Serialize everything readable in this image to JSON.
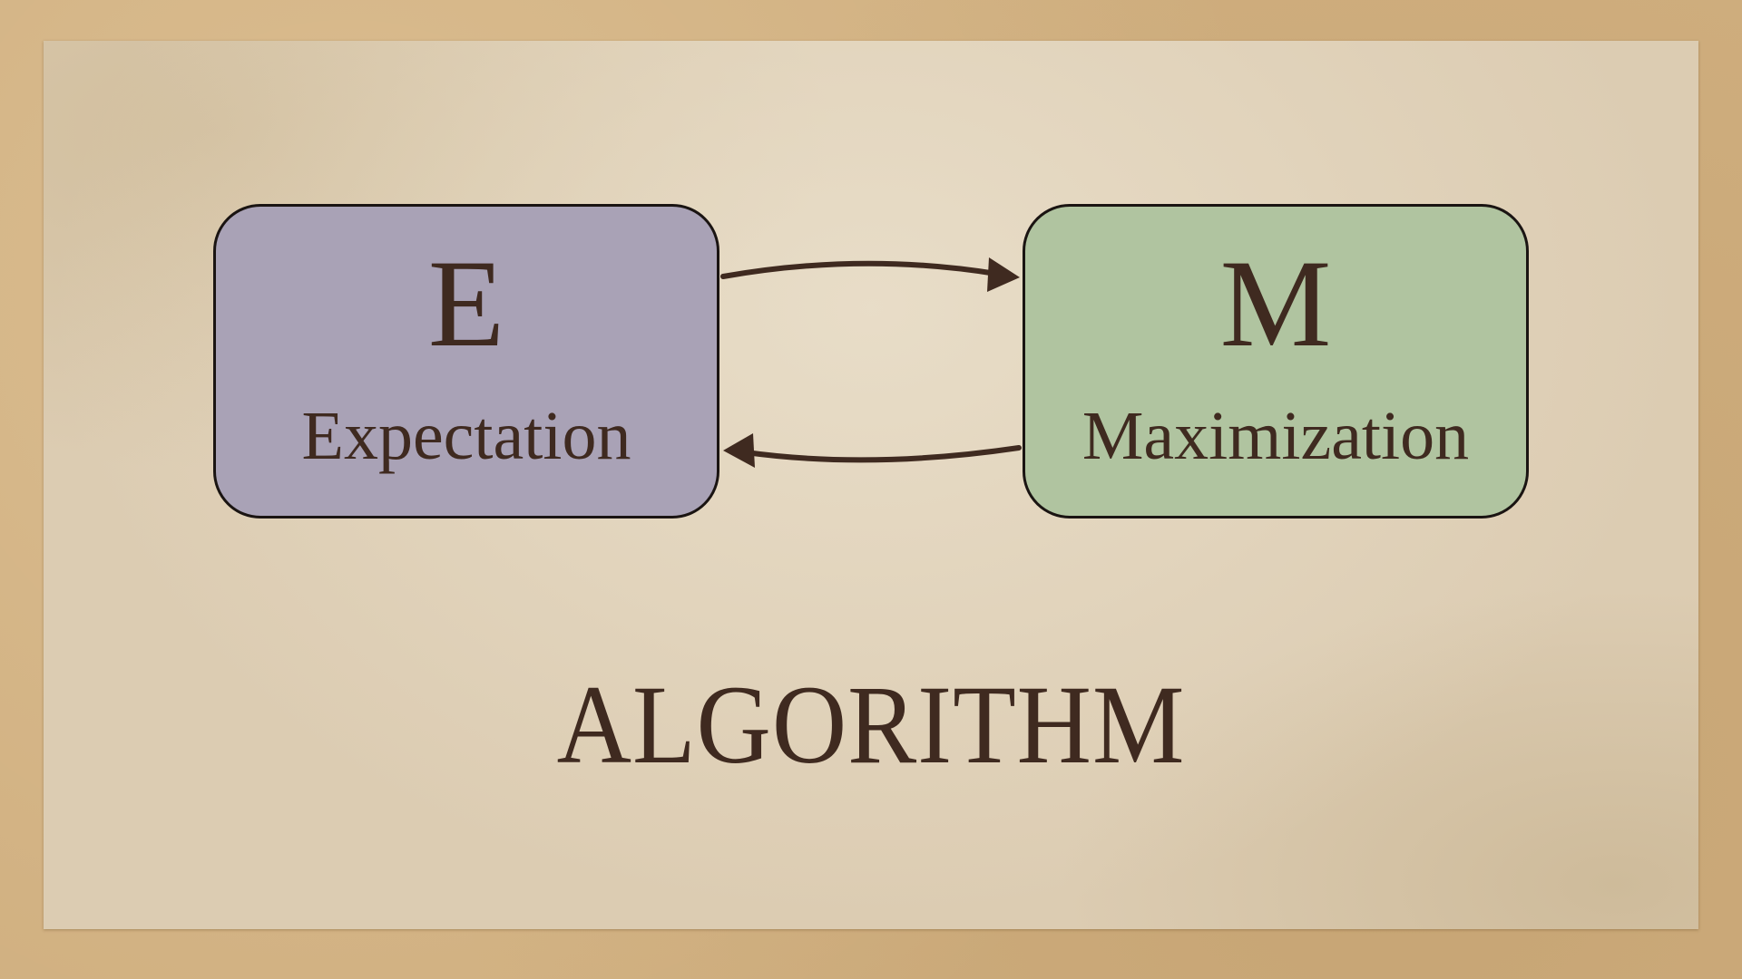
{
  "slide": {
    "title": "ALGORITHM",
    "colors": {
      "background": "#cfae7e",
      "paper": "#dcccb2",
      "text": "#3f2a20",
      "expectation_box": "#a9a2b6",
      "maximization_box": "#b0c4a0",
      "arrow": "#3f2a20"
    }
  },
  "boxes": [
    {
      "letter": "E",
      "label": "Expectation"
    },
    {
      "letter": "M",
      "label": "Maximization"
    }
  ],
  "arrows": [
    {
      "from": "Expectation",
      "to": "Maximization",
      "direction": "right"
    },
    {
      "from": "Maximization",
      "to": "Expectation",
      "direction": "left"
    }
  ]
}
